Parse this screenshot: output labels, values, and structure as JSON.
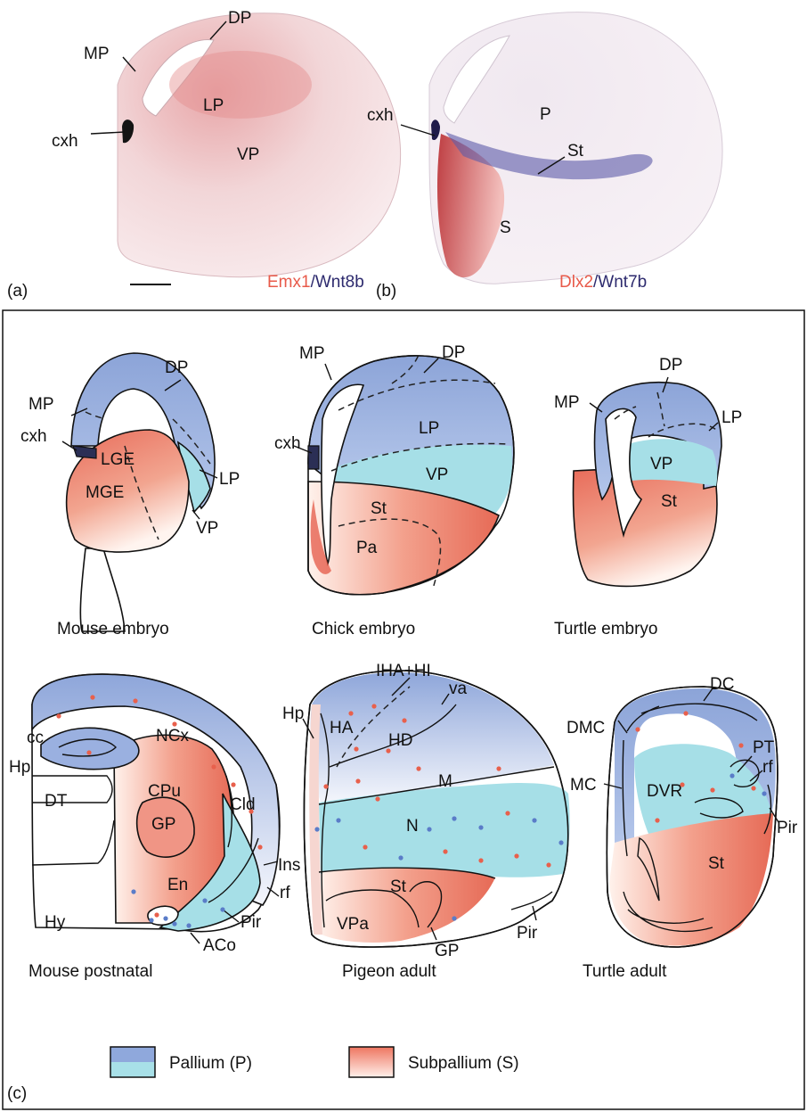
{
  "panels": {
    "a": {
      "letter": "(a)",
      "stain_red": "Emx1",
      "stain_sep": "/",
      "stain_blue": "Wnt8b",
      "labels": {
        "dp": "DP",
        "mp": "MP",
        "lp": "LP",
        "cxh": "cxh",
        "vp": "VP"
      }
    },
    "b": {
      "letter": "(b)",
      "stain_red": "Dlx2",
      "stain_sep": "/",
      "stain_blue": "Wnt7b",
      "labels": {
        "cxh": "cxh",
        "p": "P",
        "st": "St",
        "s": "S"
      }
    },
    "c": {
      "letter": "(c)",
      "mouse_embryo": {
        "caption": "Mouse embryo",
        "labels": {
          "dp": "DP",
          "mp": "MP",
          "cxh": "cxh",
          "lge": "LGE",
          "mge": "MGE",
          "lp": "LP",
          "vp": "VP"
        }
      },
      "chick_embryo": {
        "caption": "Chick embryo",
        "labels": {
          "mp": "MP",
          "dp": "DP",
          "lp": "LP",
          "cxh": "cxh",
          "vp": "VP",
          "st": "St",
          "pa": "Pa"
        }
      },
      "turtle_embryo": {
        "caption": "Turtle embryo",
        "labels": {
          "dp": "DP",
          "mp": "MP",
          "lp": "LP",
          "vp": "VP",
          "st": "St"
        }
      },
      "mouse_postnatal": {
        "caption": "Mouse postnatal",
        "labels": {
          "ncx": "NCx",
          "cc": "cc",
          "hp": "Hp",
          "dt": "DT",
          "cpu": "CPu",
          "cld": "Cld",
          "gp": "GP",
          "ins": "Ins",
          "en": "En",
          "rf": "rf",
          "hy": "Hy",
          "pir": "Pir",
          "aco": "ACo"
        }
      },
      "pigeon_adult": {
        "caption": "Pigeon adult",
        "labels": {
          "iha": "IHA+HI",
          "va": "va",
          "hp": "Hp",
          "ha": "HA",
          "hd": "HD",
          "m": "M",
          "n": "N",
          "st": "St",
          "pir": "Pir",
          "vpa": "VPa",
          "gp": "GP"
        }
      },
      "turtle_adult": {
        "caption": "Turtle adult",
        "labels": {
          "dc": "DC",
          "dmc": "DMC",
          "pt": "PT",
          "rf": "rf",
          "mc": "MC",
          "dvr": "DVR",
          "pir": "Pir",
          "st": "St"
        }
      },
      "legend": [
        {
          "label": "Pallium (P)",
          "color_top": "#8fa8dc",
          "color_bottom": "#a8e0e8"
        },
        {
          "label": "Subpallium (S)",
          "color_top": "#ee7560",
          "color_bottom": "#fff0ea"
        }
      ]
    }
  },
  "colors": {
    "stain_red": "#e85a4a",
    "stain_blue": "#2d2a6e",
    "pallium": "#9eb4e0",
    "ventral_pallium": "#a6dfe7",
    "subpallium": "#ee7560"
  }
}
